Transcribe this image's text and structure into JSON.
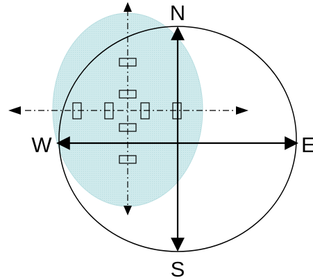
{
  "compass": {
    "north": "N",
    "south": "S",
    "west": "W",
    "east": "E"
  },
  "colors": {
    "shaded_region": "#c8e8ea",
    "shaded_region_stroke": "#b7dde0",
    "lines": "#000000",
    "background": "#ffffff"
  },
  "markers": {
    "count": 8,
    "shape": "small-rectangle"
  }
}
